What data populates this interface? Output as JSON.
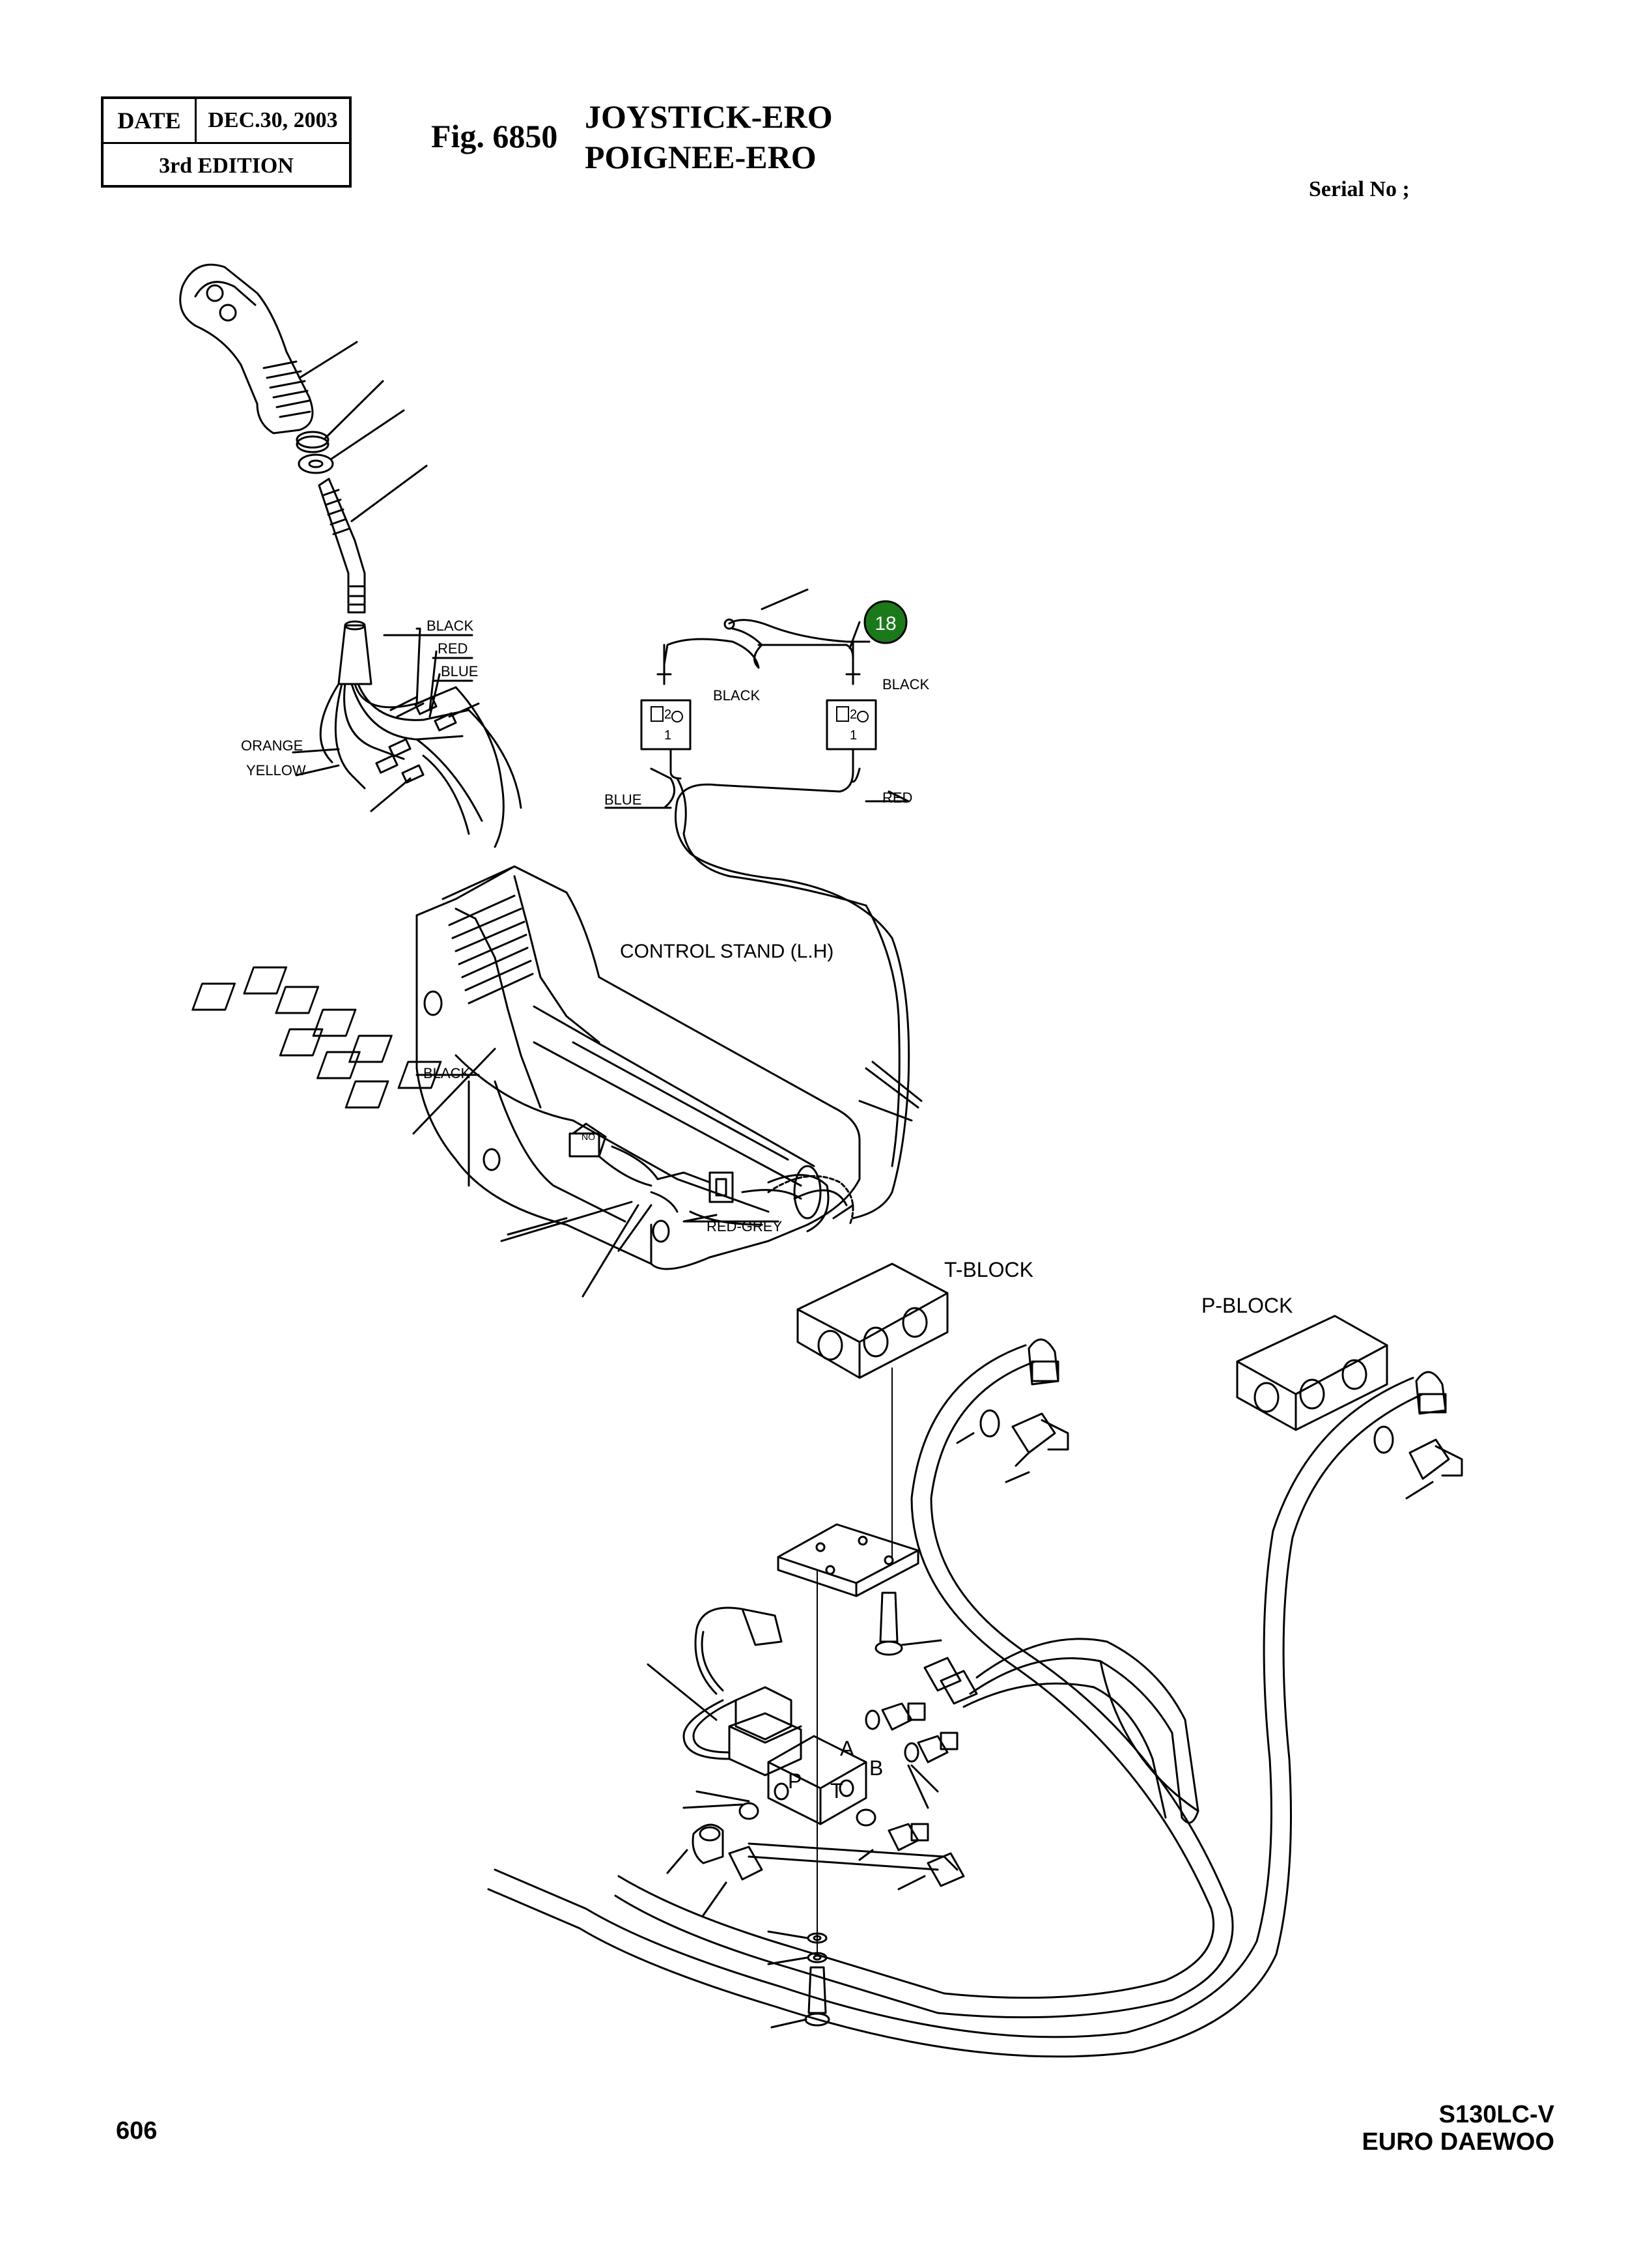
{
  "header": {
    "date_label": "DATE",
    "date_value": "DEC.30, 2003",
    "edition": "3rd  EDITION",
    "fig_number": "Fig. 6850",
    "title_en": "JOYSTICK-ERO",
    "title_fr": "POIGNEE-ERO",
    "serial": "Serial No ;"
  },
  "diagram": {
    "wire_labels": {
      "black_top": "BLACK",
      "red_top": "RED",
      "blue_top": "BLUE",
      "orange": "ORANGE",
      "yellow": "YELLOW",
      "black_switch_left": "BLACK",
      "black_switch_right": "BLACK",
      "blue_switch": "BLUE",
      "red_switch": "RED",
      "black_stand": "BLACK",
      "red_grey": "RED-GREY"
    },
    "switch_pins": {
      "pin2": "2",
      "pin1": "1"
    },
    "callout_18": "18",
    "control_stand": "CONTROL STAND (L.H)",
    "t_block": "T-BLOCK",
    "p_block": "P-BLOCK",
    "port_a": "A",
    "port_b": "B",
    "port_p": "P",
    "port_t": "T",
    "switch_no": "NO",
    "callout_color": "#1a7a1a"
  },
  "footer": {
    "page": "606",
    "model_line1": "S130LC-V",
    "model_line2": "EURO DAEWOO"
  }
}
